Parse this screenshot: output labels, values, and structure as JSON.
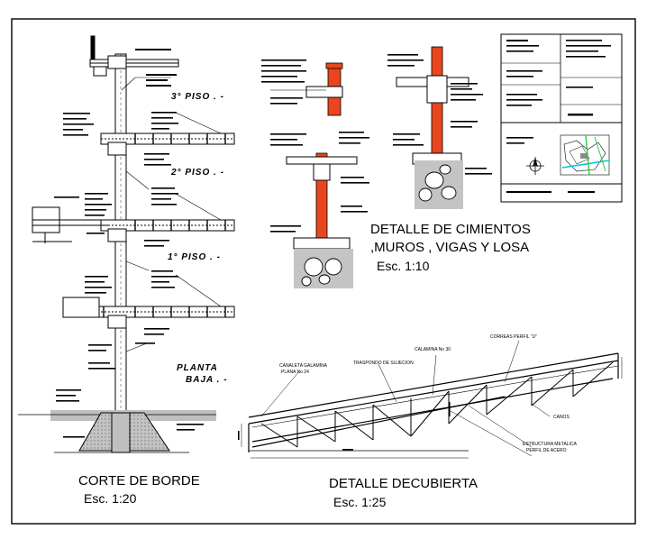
{
  "drawing": {
    "colors": {
      "line": "#000000",
      "concrete_fill": "#bfbfbf",
      "column_highlight": "#e8461e",
      "paper": "#ffffff",
      "minimap_green": "#2ecc40",
      "minimap_cyan": "#00c8e0"
    },
    "corte_borde": {
      "title": "CORTE  DE  BORDE",
      "scale": "Esc. 1:20",
      "floor_labels": [
        "3° PISO . -",
        "2° PISO . -",
        "1° PISO . -"
      ],
      "ground_label_line1": "PLANTA",
      "ground_label_line2": "BAJA . -"
    },
    "detalle_cimientos": {
      "title_line1": "DETALLE DE CIMIENTOS",
      "title_line2": ",MUROS , VIGAS Y  LOSA",
      "scale": "Esc. 1:10"
    },
    "detalle_cubierta": {
      "title": "DETALLE DECUBIERTA",
      "scale": "Esc. 1:25",
      "small_labels": [
        "CANALETA GALAMINA",
        "PLANA No 24",
        "TRASPONDO DE SUJECION",
        "CALAMINA No 30",
        "CORREAS PERFIL \"U\"",
        "CANOS",
        "ESTRUCTURA METALICA",
        "PERFIL DE ACERO"
      ]
    },
    "title_block": {
      "icons": [
        "compass-rose-icon",
        "location-minimap"
      ]
    }
  }
}
